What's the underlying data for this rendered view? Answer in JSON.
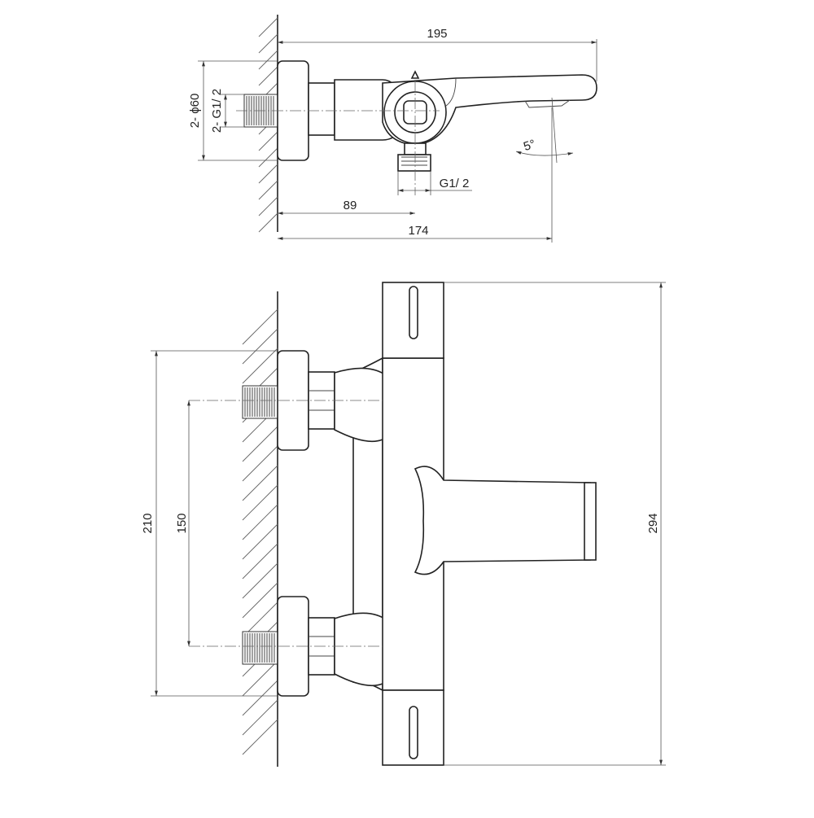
{
  "dimensions": {
    "top_view": {
      "overall_length": "195",
      "connection_size": "2- ϕ60",
      "thread_size": "2- G1/ 2",
      "outlet_thread": "G1/ 2",
      "outlet_offset": "89",
      "spout_offset": "174",
      "spout_angle": "5°"
    },
    "front_view": {
      "flange_span": "210",
      "inlet_centers": "150",
      "total_height": "294"
    }
  }
}
